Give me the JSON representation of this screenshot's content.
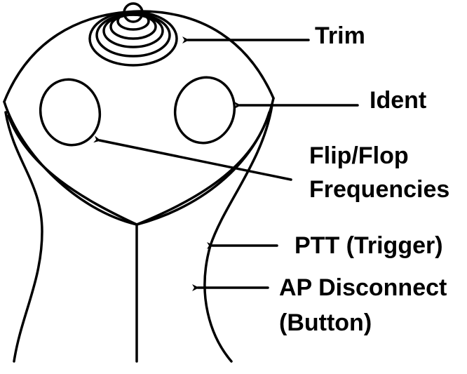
{
  "labels": {
    "trim": "Trim",
    "ident": "Ident",
    "flip_flop_line1": "Flip/Flop",
    "flip_flop_line2": "Frequencies",
    "ptt": "PTT (Trigger)",
    "ap_line1": "AP Disconnect",
    "ap_line2": "(Button)"
  },
  "colors": {
    "stroke": "#000000",
    "background": "#ffffff"
  }
}
